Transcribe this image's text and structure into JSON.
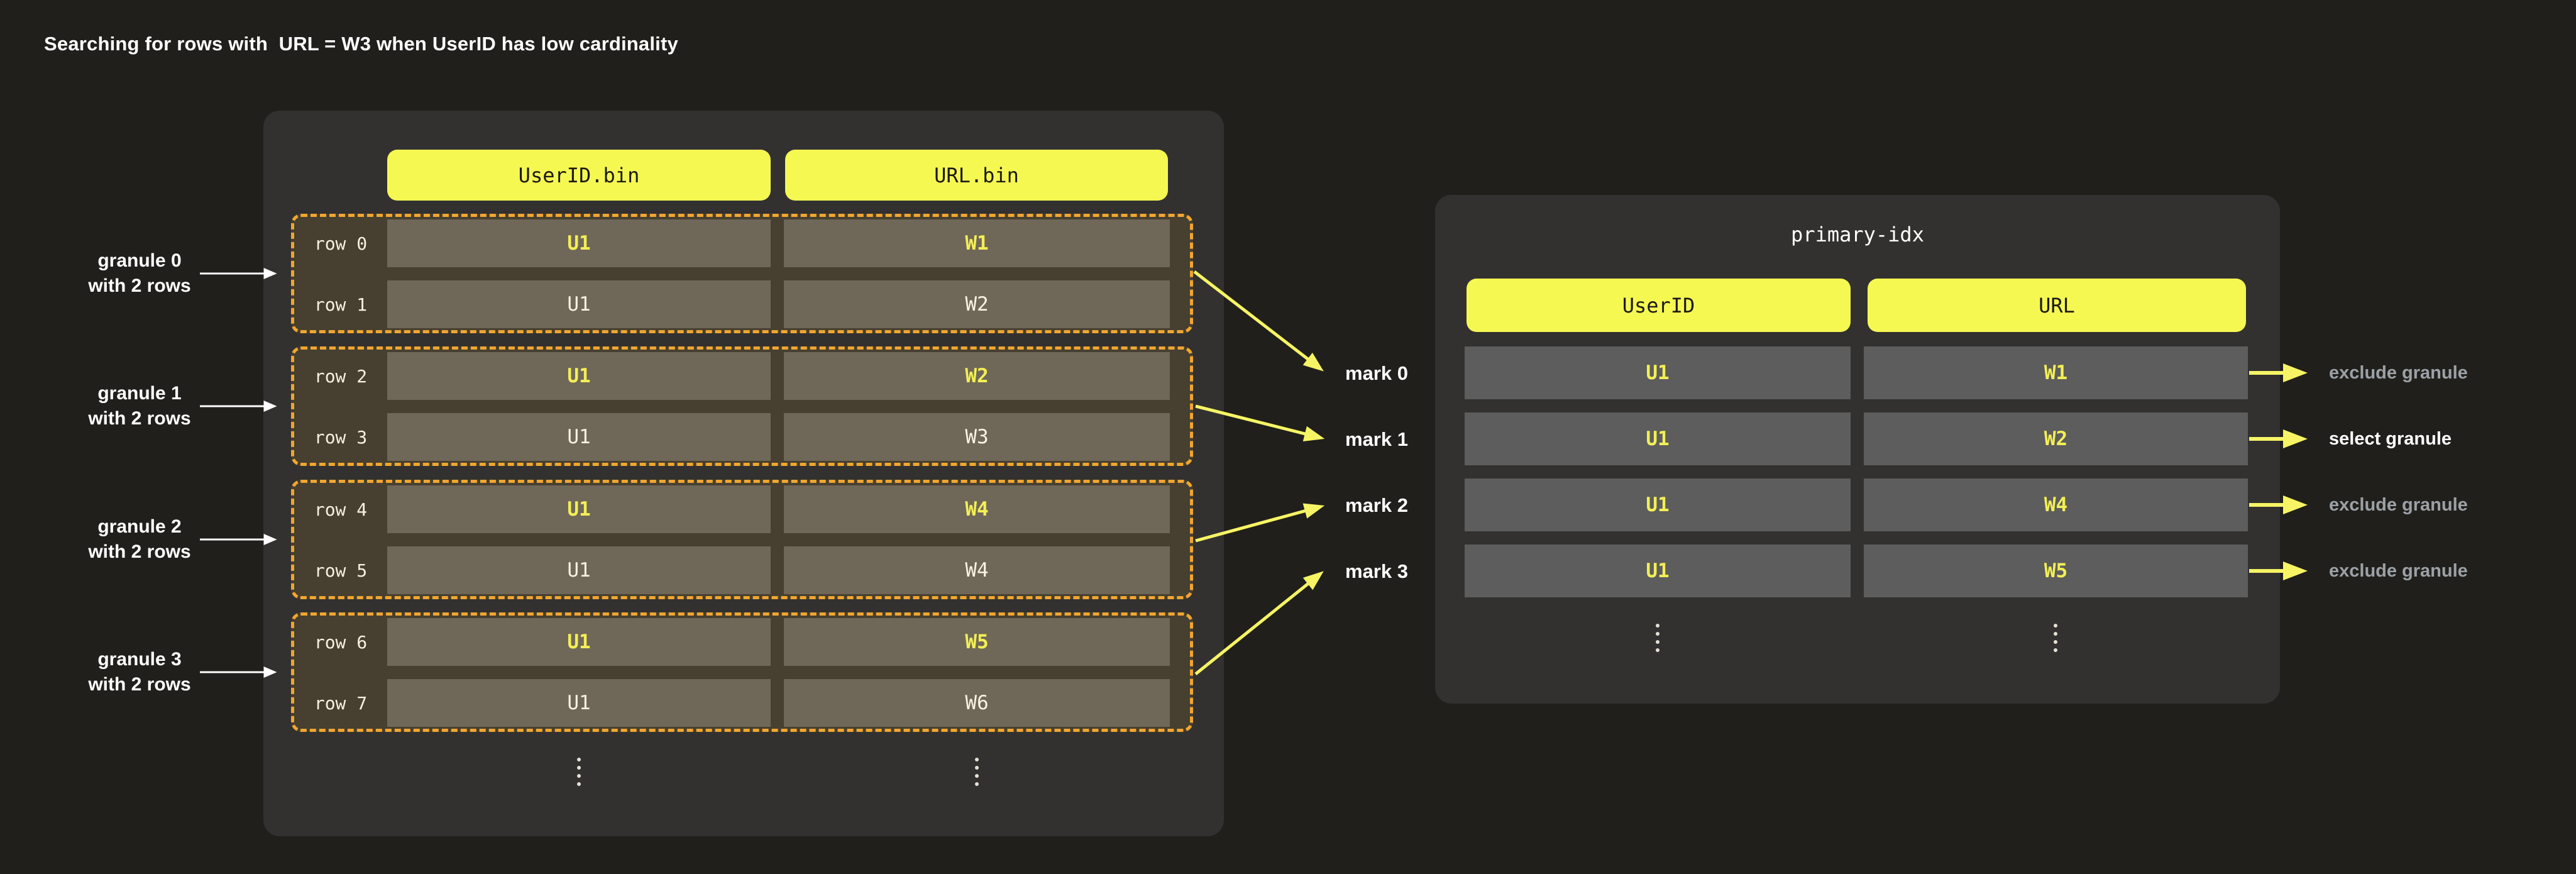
{
  "title": "Searching for rows with  URL = W3 when UserID has low cardinality",
  "colors": {
    "page_bg": "#201f1b",
    "panel_bg": "#323130",
    "header_pill": "#f6f852",
    "header_pill_text": "#1a1a14",
    "granule_border": "#f0a62f",
    "granule_bg": "#473f2f",
    "data_cell_bg": "#6f6858",
    "index_cell_bg": "#5d5d5d",
    "highlight_text": "#f3ef55",
    "normal_text": "#f8f3e3",
    "label_text": "#ffffff",
    "muted_label_text": "#9ba1a6",
    "arrow_yellow": "#f6f464",
    "arrow_white": "#ffffff"
  },
  "data_file": {
    "columns": [
      "UserID.bin",
      "URL.bin"
    ],
    "granules": [
      {
        "label": [
          "granule 0",
          "with 2 rows"
        ],
        "rows": [
          {
            "name": "row 0",
            "user_id": "U1",
            "url": "W1"
          },
          {
            "name": "row 1",
            "user_id": "U1",
            "url": "W2"
          }
        ]
      },
      {
        "label": [
          "granule 1",
          "with 2 rows"
        ],
        "rows": [
          {
            "name": "row 2",
            "user_id": "U1",
            "url": "W2"
          },
          {
            "name": "row 3",
            "user_id": "U1",
            "url": "W3"
          }
        ]
      },
      {
        "label": [
          "granule 2",
          "with 2 rows"
        ],
        "rows": [
          {
            "name": "row 4",
            "user_id": "U1",
            "url": "W4"
          },
          {
            "name": "row 5",
            "user_id": "U1",
            "url": "W4"
          }
        ]
      },
      {
        "label": [
          "granule 3",
          "with 2 rows"
        ],
        "rows": [
          {
            "name": "row 6",
            "user_id": "U1",
            "url": "W5"
          },
          {
            "name": "row 7",
            "user_id": "U1",
            "url": "W6"
          }
        ]
      }
    ]
  },
  "marks": [
    "mark 0",
    "mark 1",
    "mark 2",
    "mark 3"
  ],
  "primary_index": {
    "title": "primary-idx",
    "columns": [
      "UserID",
      "URL"
    ],
    "rows": [
      {
        "user_id": "U1",
        "url": "W1",
        "action": "exclude granule",
        "selected": false
      },
      {
        "user_id": "U1",
        "url": "W2",
        "action": "select granule",
        "selected": true
      },
      {
        "user_id": "U1",
        "url": "W4",
        "action": "exclude granule",
        "selected": false
      },
      {
        "user_id": "U1",
        "url": "W5",
        "action": "exclude granule",
        "selected": false
      }
    ]
  },
  "icons": {
    "vertical_ellipsis": "⋮",
    "granule_pointer": "white-arrow-right-icon",
    "mark_pointer": "yellow-arrow-icon",
    "action_pointer": "yellow-arrow-right-icon"
  }
}
